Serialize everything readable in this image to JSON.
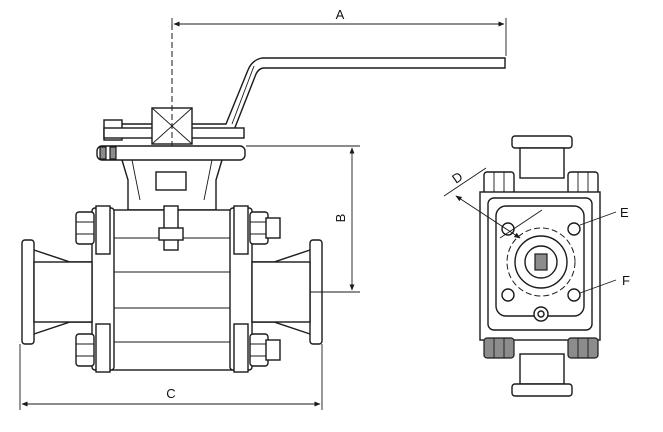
{
  "labels": {
    "A": "A",
    "B": "B",
    "C": "C",
    "D": "D",
    "E": "E",
    "F": "F"
  },
  "colors": {
    "line": "#1a1a1a",
    "fill_light": "#d9d9d9",
    "fill_dark": "#8c8c8c",
    "background": "#ffffff"
  }
}
